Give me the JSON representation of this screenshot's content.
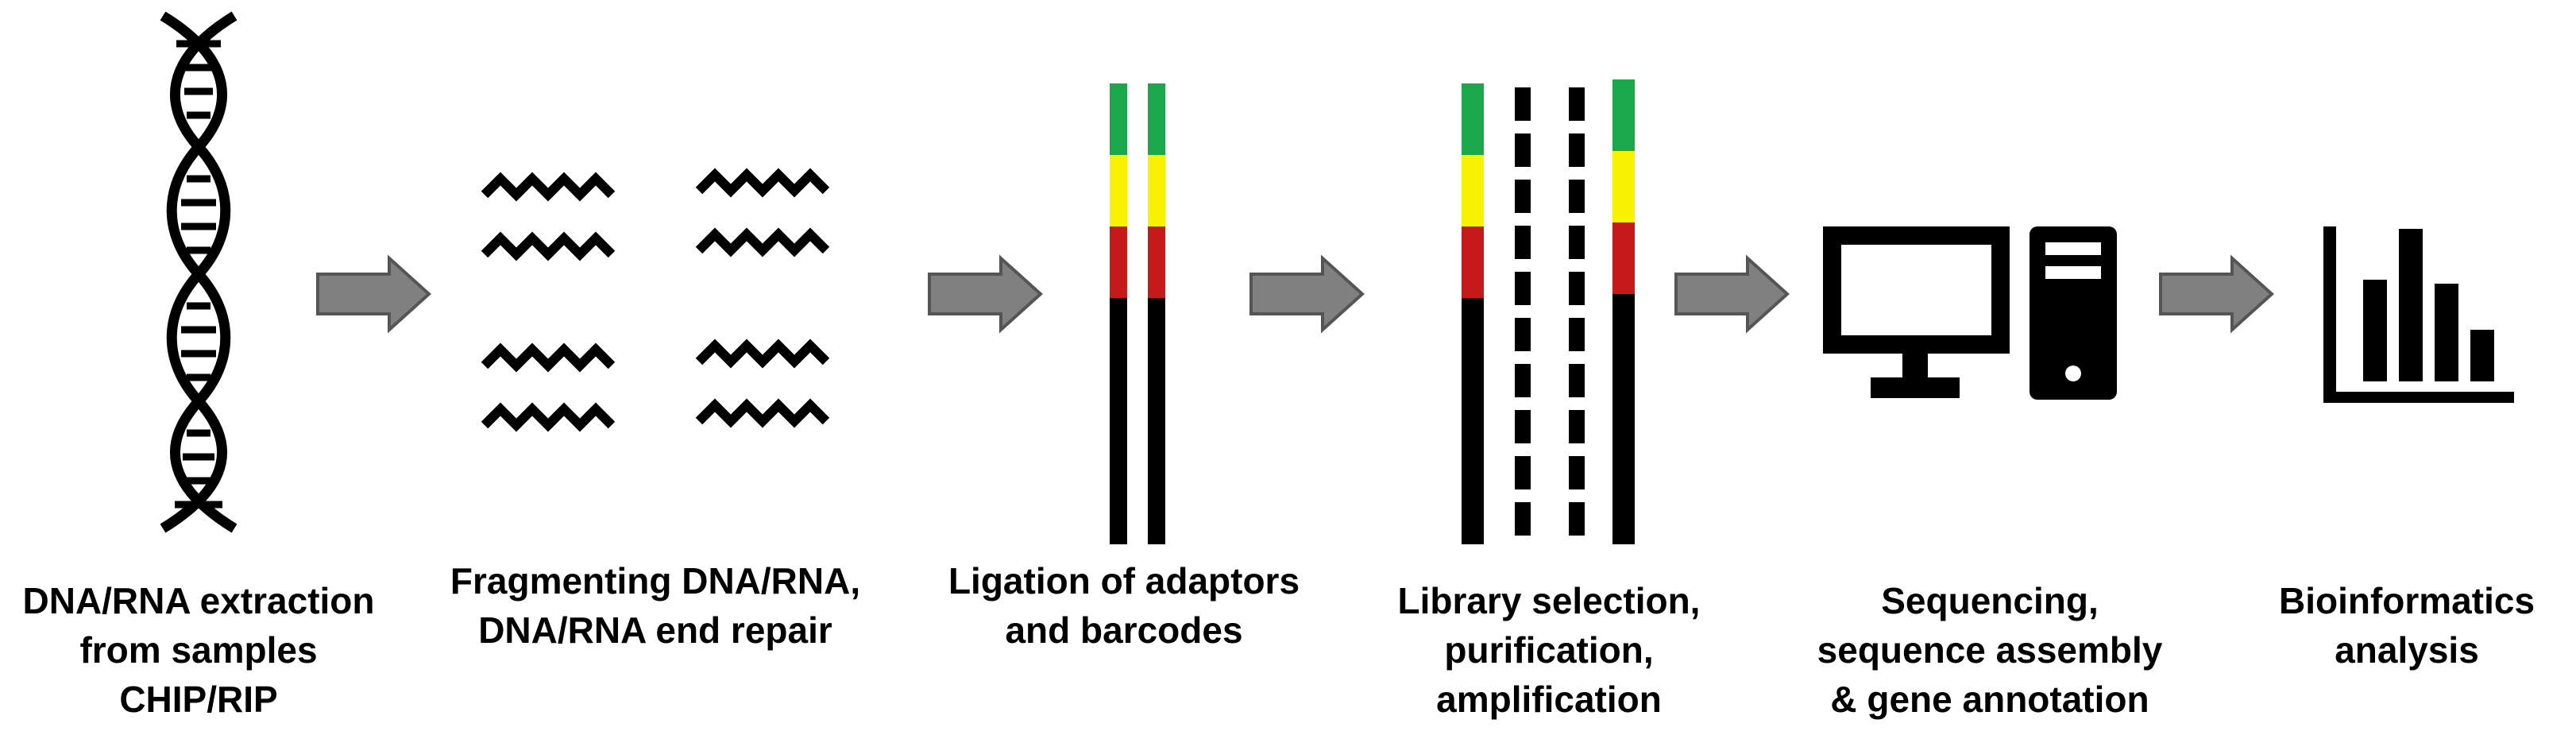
{
  "steps": [
    {
      "id": "extraction",
      "label": "DNA/RNA extraction\nfrom samples\nCHIP/RIP",
      "icon": "dna-helix-icon"
    },
    {
      "id": "fragmenting",
      "label": "Fragmenting DNA/RNA,\nDNA/RNA end repair",
      "icon": "zigzag-fragments-icon"
    },
    {
      "id": "ligation",
      "label": "Ligation of adaptors\nand barcodes",
      "icon": "adaptor-strands-icon"
    },
    {
      "id": "library",
      "label": "Library selection,\npurification,\namplification",
      "icon": "library-strands-icon"
    },
    {
      "id": "sequencing",
      "label": "Sequencing,\nsequence assembly\n& gene annotation",
      "icon": "computer-icon"
    },
    {
      "id": "bioinformatics",
      "label": "Bioinformatics\nanalysis",
      "icon": "bar-chart-icon"
    }
  ],
  "arrows": 5,
  "colors": {
    "arrow_fill": "#808080",
    "arrow_stroke": "#555555",
    "adaptor_green": "#1aa84b",
    "adaptor_yellow": "#f7f200",
    "adaptor_red": "#c41a1a",
    "ink": "#000000"
  }
}
